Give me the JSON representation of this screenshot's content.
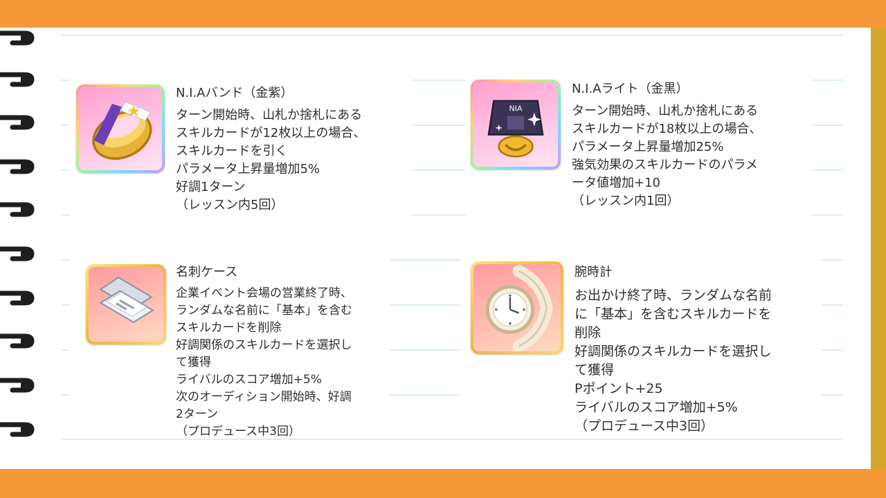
{
  "items": [
    {
      "name": "N.I.Aバンド（金紫）",
      "icon": "gold-purple-band-icon",
      "lines": [
        "ターン開始時、山札か捨札にある",
        "スキルカードが12枚以上の場合、",
        "スキルカードを引く",
        "パラメータ上昇量増加5%",
        "好調1ターン",
        "（レッスン内5回）"
      ]
    },
    {
      "name": "N.I.Aライト（金黒）",
      "icon": "gold-black-light-icon",
      "lines": [
        "ターン開始時、山札か捨札にある",
        "スキルカードが18枚以上の場合、",
        "パラメータ上昇量増加25%",
        "強気効果のスキルカードのパラメ",
        "ータ値増加+10",
        "（レッスン内1回）"
      ]
    },
    {
      "name": "名刺ケース",
      "icon": "business-card-case-icon",
      "lines": [
        "企業イベント会場の営業終了時、",
        "ランダムな名前に「基本」を含む",
        "スキルカードを削除",
        "好調関係のスキルカードを選択し",
        "て獲得",
        "ライバルのスコア増加+5%",
        "次のオーディション開始時、好調",
        "2ターン",
        "（プロデュース中3回）"
      ]
    },
    {
      "name": "腕時計",
      "icon": "wristwatch-icon",
      "lines": [
        "お出かけ終了時、ランダムな名前",
        "に「基本」を含むスキルカードを",
        "削除",
        "好調関係のスキルカードを選択し",
        "て獲得",
        "Pポイント+25",
        "ライバルのスコア増加+5%",
        "（プロデュース中3回）"
      ]
    }
  ],
  "colors": {
    "frame_orange": "#f49838",
    "ruled_line": "#d8f0e2",
    "ring": "#1e1e1e",
    "text": "#2f2f2f"
  }
}
